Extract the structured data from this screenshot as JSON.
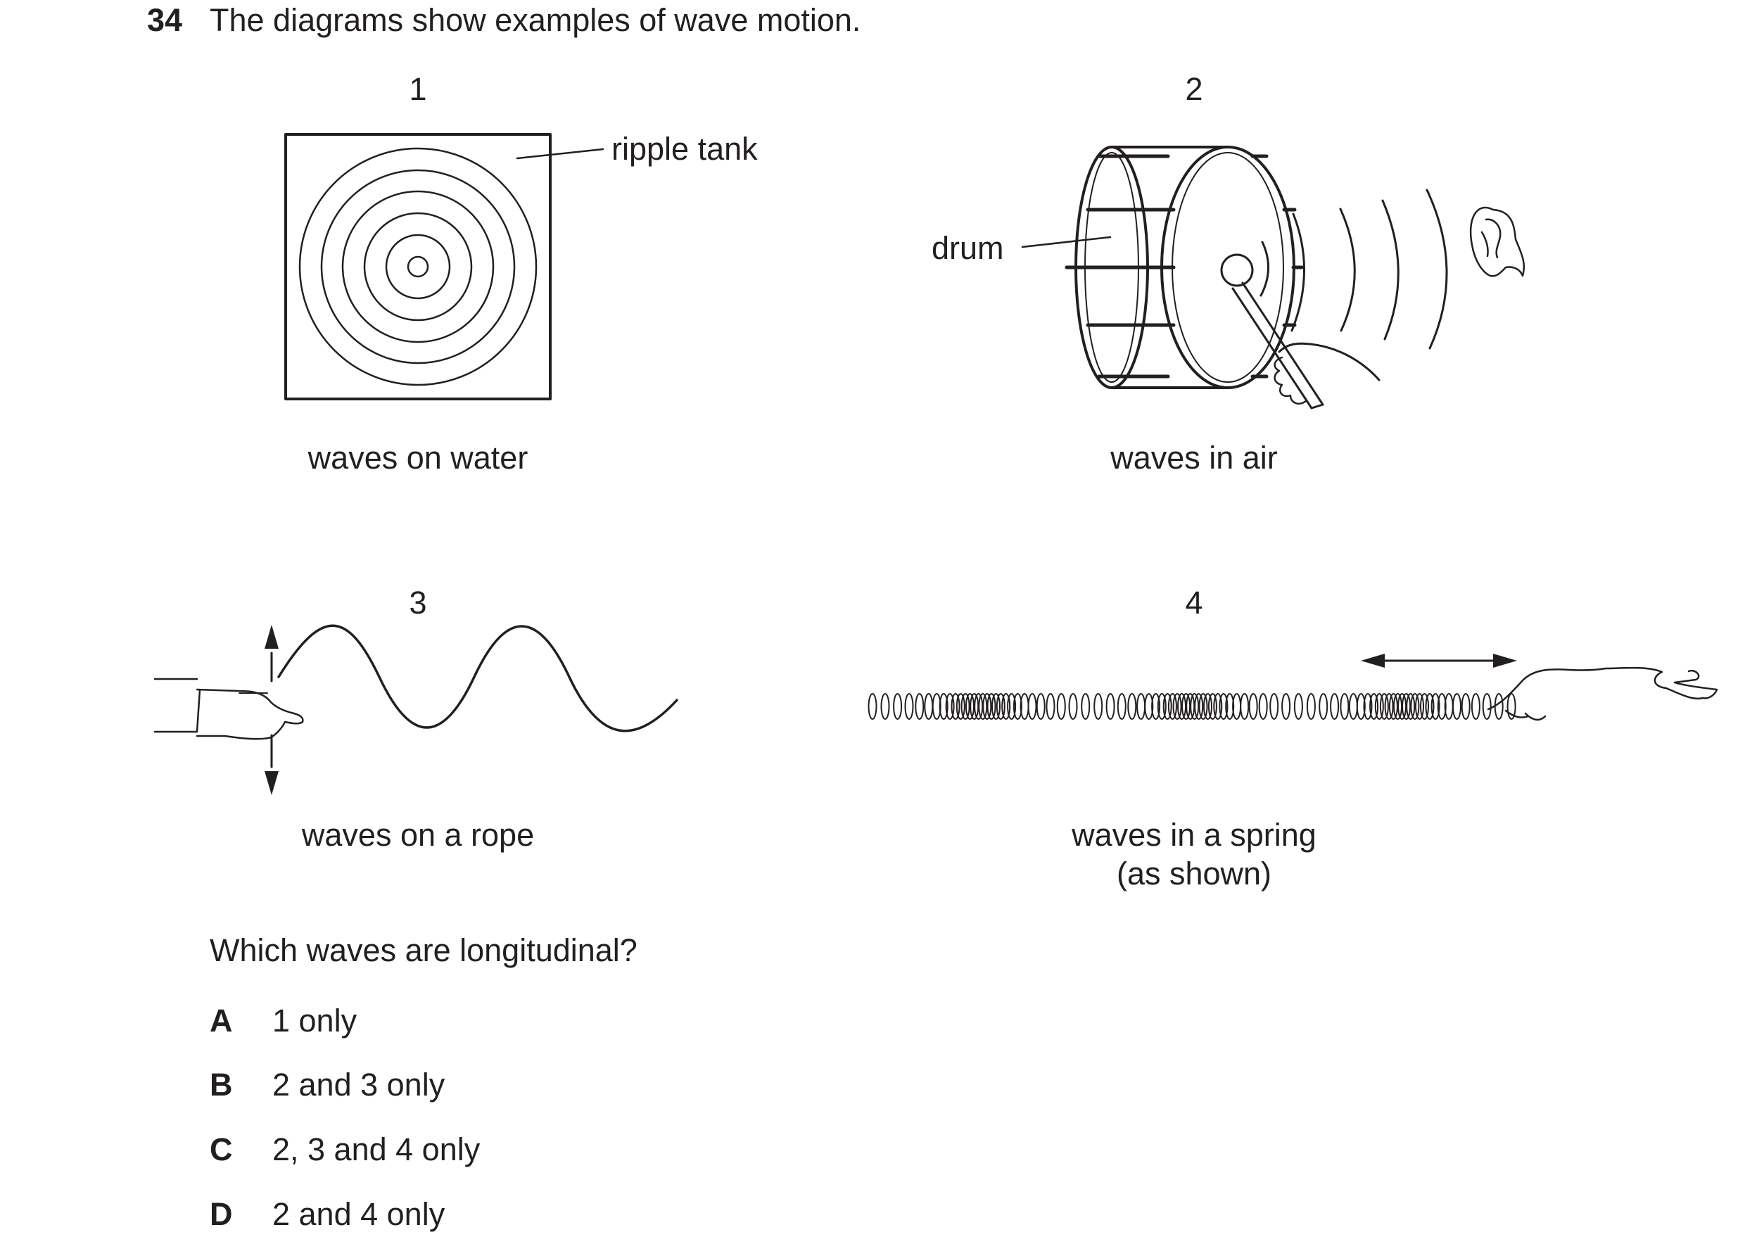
{
  "question": {
    "number": "34",
    "stem": "The diagrams show examples of wave motion."
  },
  "diagrams": [
    {
      "number": "1",
      "caption": "waves on water",
      "label": "ripple tank"
    },
    {
      "number": "2",
      "caption": "waves in air",
      "label": "drum"
    },
    {
      "number": "3",
      "caption": "waves on a rope"
    },
    {
      "number": "4",
      "caption": "waves in a spring",
      "caption2": "(as shown)"
    }
  ],
  "prompt": "Which waves are longitudinal?",
  "options": [
    {
      "letter": "A",
      "text": "1 only"
    },
    {
      "letter": "B",
      "text": "2 and 3 only"
    },
    {
      "letter": "C",
      "text": "2, 3 and 4 only"
    },
    {
      "letter": "D",
      "text": "2 and 4 only"
    }
  ]
}
